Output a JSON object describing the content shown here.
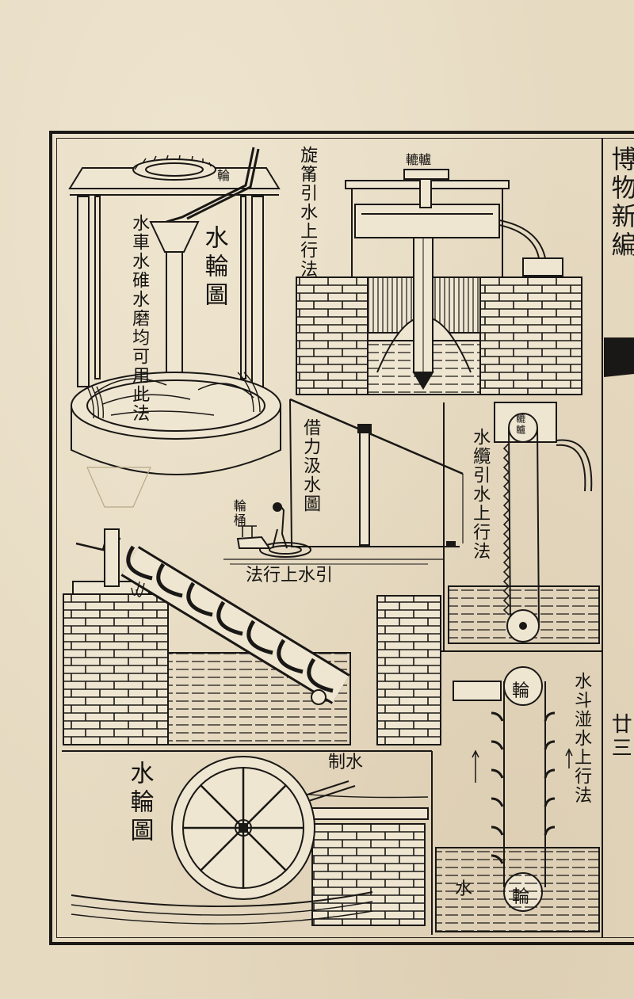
{
  "book_title": "博物新編",
  "folio": "廿三",
  "figures": {
    "top_left": {
      "title": "水輪圖",
      "note": "水車水碓水磨均可用此法",
      "label_wheel": "輪"
    },
    "top_right": {
      "title": "旋筩引水上行法",
      "label": "轆轤"
    },
    "middle_center": {
      "title": "借力汲水圖",
      "label_well": "輪桶"
    },
    "middle_left_caption": "引水上行法",
    "middle_right": {
      "title": "水纜引水上行法",
      "label": "轆轤"
    },
    "bottom_left": {
      "title": "水輪圖",
      "label_gate": "水制"
    },
    "bottom_right": {
      "title": "水斗湴水上行法",
      "label_top_wheel": "輪",
      "label_bottom_wheel": "輪",
      "label_water": "水"
    }
  },
  "colors": {
    "paper": "#e6dac1",
    "ink": "#1a1816"
  }
}
